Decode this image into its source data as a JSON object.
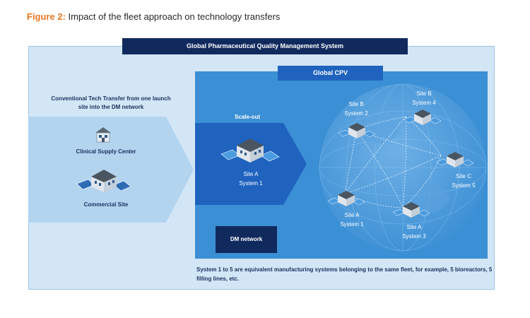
{
  "figure": {
    "prefix": "Figure 2:",
    "title": "Impact of the fleet approach on technology transfers"
  },
  "qms_banner": "Global Pharmaceutical Quality Management System",
  "conventional": {
    "caption_line1": "Conventional Tech Transfer from one launch",
    "caption_line2": "site into the DM network",
    "clinical_label": "Clinical Supply Center",
    "commercial_label": "Commercial Site"
  },
  "cpv": {
    "tab_label": "Global CPV",
    "scaleout_label": "Scale-out",
    "site_a_system1": {
      "site": "Site A",
      "system": "System 1"
    },
    "dm_network": "DM network"
  },
  "fleet_sites": [
    {
      "site": "Site B",
      "system": "System 2"
    },
    {
      "site": "Site B",
      "system": "System 4"
    },
    {
      "site": "Site C",
      "system": "System 5"
    },
    {
      "site": "Site A",
      "system": "System 1"
    },
    {
      "site": "Site A",
      "system": "System 3"
    }
  ],
  "footnote": "System 1 to 5 are equivalent manufacturing systems belonging to the same fleet, for example, 5 bioreactors, 5 filling lines, etc.",
  "colors": {
    "accent_orange": "#e87722",
    "navy": "#112a5e",
    "cpv_blue": "#3b8fd4",
    "light_blue": "#d3e6f6"
  }
}
